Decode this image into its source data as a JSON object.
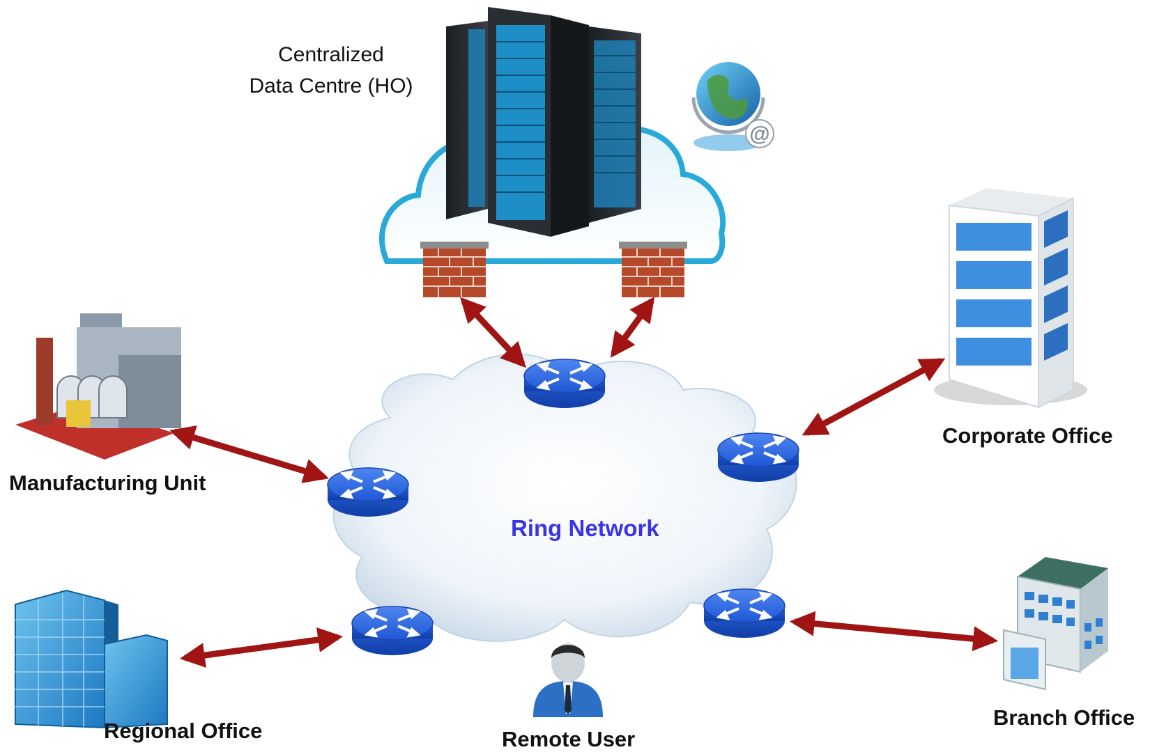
{
  "labels": {
    "data_centre_line1": "Centralized",
    "data_centre_line2": "Data Centre (HO)",
    "ring_network": "Ring Network",
    "manufacturing_unit": "Manufacturing Unit",
    "corporate_office": "Corporate Office",
    "regional_office": "Regional Office",
    "branch_office": "Branch Office",
    "remote_user": "Remote User"
  },
  "icons": [
    "server-rack-icon",
    "cloud-icon",
    "globe-email-icon",
    "firewall-icon",
    "router-icon",
    "factory-icon",
    "office-tower-icon",
    "glass-building-icon",
    "branch-building-icon",
    "user-icon"
  ],
  "colors": {
    "link_arrow": "#a01414",
    "router_blue": "#1f57d6",
    "ring_label": "#3b34e6",
    "firewall_brick": "#b5492a"
  }
}
